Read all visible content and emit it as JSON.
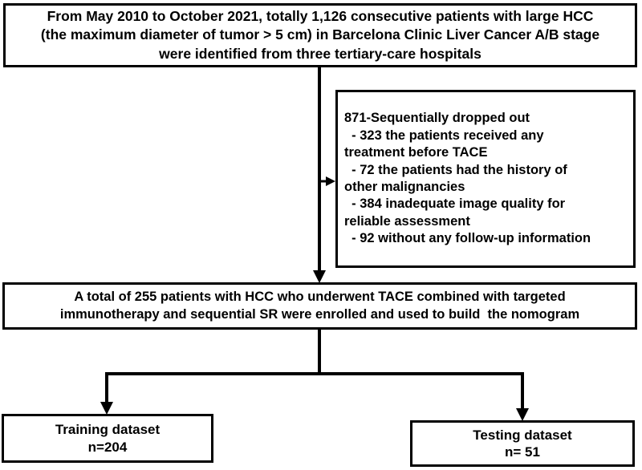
{
  "diagram": {
    "title": "Patient selection flowchart",
    "accent_color": "#000000",
    "background_color": "#ffffff"
  },
  "nodes": {
    "cohort": {
      "name": "source-cohort",
      "lines": [
        "From May 2010 to October 2021, totally 1,126 consecutive patients with large HCC",
        "(the maximum diameter of tumor > 5 cm) in Barcelona Clinic Liver Cancer A/B stage",
        "were identified from three tertiary-care hospitals"
      ],
      "count": "1,126"
    },
    "exclusions": {
      "name": "excluded-patients",
      "lines": [
        "871-Sequentially dropped out",
        "  - 323 the patients received any",
        "treatment before TACE",
        "  - 72 the patients had the history of",
        "other malignancies",
        "  - 384 inadequate image quality for",
        "reliable assessment",
        "  - 92 without any follow-up information"
      ],
      "total_excluded": "871",
      "reasons": [
        {
          "n": "323",
          "text": "the patients received any treatment before TACE"
        },
        {
          "n": "72",
          "text": "the patients had the history of other malignancies"
        },
        {
          "n": "384",
          "text": "inadequate image quality for reliable assessment"
        },
        {
          "n": "92",
          "text": "without any follow-up information"
        }
      ]
    },
    "enrolled": {
      "name": "enrolled-cohort",
      "lines": [
        "A total of 255 patients with HCC who underwent TACE combined with targeted",
        "immunotherapy and sequential SR were enrolled and used to build  the nomogram"
      ],
      "count": "255"
    },
    "training": {
      "name": "training-dataset",
      "lines": [
        "Training dataset",
        "n=204"
      ],
      "label": "Training dataset",
      "n": "n=204"
    },
    "testing": {
      "name": "testing-dataset",
      "lines": [
        "Testing dataset",
        "n= 51"
      ],
      "label": "Testing dataset",
      "n": "n= 51"
    }
  },
  "connectors": [
    {
      "name": "cohort-to-enrolled",
      "from": "cohort",
      "to": "enrolled",
      "arrow": true
    },
    {
      "name": "cohort-to-exclusions",
      "from": "cohort-spine",
      "to": "exclusions",
      "arrow": true
    },
    {
      "name": "enrolled-to-training",
      "from": "enrolled",
      "to": "training",
      "arrow": true
    },
    {
      "name": "enrolled-to-testing",
      "from": "enrolled",
      "to": "testing",
      "arrow": true
    }
  ]
}
